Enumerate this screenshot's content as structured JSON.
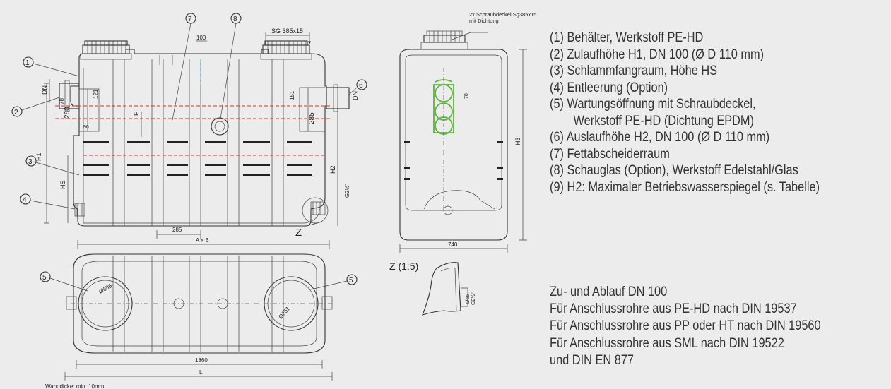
{
  "legend": [
    {
      "num": "(1)",
      "text": "Behälter, Werkstoff PE-HD"
    },
    {
      "num": "(2)",
      "text": "Zulaufhöhe H1, DN 100 (Ø D 110 mm)"
    },
    {
      "num": "(3)",
      "text": "Schlammfangraum, Höhe HS"
    },
    {
      "num": "(4)",
      "text": "Entleerung (Option)"
    },
    {
      "num": "(5)",
      "text": "Wartungsöffnung mit Schraubdeckel,"
    },
    {
      "num": "",
      "text": "Werkstoff PE-HD (Dichtung EPDM)"
    },
    {
      "num": "(6)",
      "text": "Auslaufhöhe H2, DN 100 (Ø D 110 mm)"
    },
    {
      "num": "(7)",
      "text": "Fettabscheiderraum"
    },
    {
      "num": "(8)",
      "text": "Schauglas (Option), Werkstoff Edelstahl/Glas"
    },
    {
      "num": "(9)",
      "text": "H2: Maximaler Betriebswasserspiegel (s. Tabelle)"
    }
  ],
  "notes": [
    "Zu- und Ablauf DN 100",
    "Für Anschlussrohre aus PE-HD nach DIN 19537",
    "Für Anschlussrohre aus PP oder HT nach DIN 19560",
    "Für Anschlussrohre aus SML nach DIN 19522",
    "und DIN EN 877"
  ],
  "drawing": {
    "callouts": {
      "c1": "1",
      "c2": "2",
      "c3": "3",
      "c4": "4",
      "c5a": "5",
      "c5b": "5",
      "c6": "6",
      "c7": "7",
      "c8": "8"
    },
    "dims": {
      "sg": "SG 385x15",
      "d100": "100",
      "d121": "121",
      "d151": "151",
      "d78a": "78",
      "d78b": "78",
      "d260": "260",
      "d285a": "285",
      "d285b": "285",
      "d285c": "285",
      "d90": "90",
      "F": "F",
      "H1": "H1",
      "HS": "HS",
      "H2": "H2",
      "H3": "H3",
      "DNa": "DN",
      "DNb": "DN",
      "G2a": "G2½\"",
      "Z": "Z",
      "AxB": "A x B",
      "d1860": "1860",
      "L": "L",
      "d740": "740",
      "phi685": "Ø685",
      "phi351": "Ø351",
      "phi65": "Ø65",
      "G2b": "G2½\"",
      "zscale": "Z (1:5)",
      "cap1": "2x Schraubdeckel Sg385x15",
      "cap2": "mit Dichtung",
      "wall": "Wanddicke: min. 10mm"
    }
  }
}
